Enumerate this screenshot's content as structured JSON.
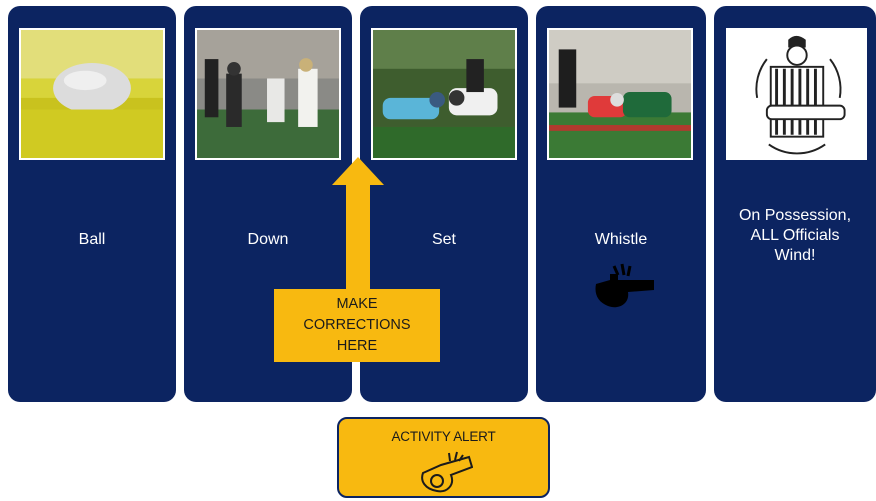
{
  "cards": [
    {
      "label": "Ball",
      "image_icon": "lacrosse-ball-photo"
    },
    {
      "label": "Down",
      "image_icon": "faceoff-down-photo"
    },
    {
      "label": "Set",
      "image_icon": "faceoff-set-photo"
    },
    {
      "label": "Whistle",
      "image_icon": "faceoff-whistle-photo",
      "extra_icon": "whistle-icon"
    },
    {
      "label_lines": [
        "On Possession,",
        "ALL Officials",
        "Wind!"
      ],
      "image_icon": "referee-wind-signal-photo"
    }
  ],
  "callout": {
    "lines": [
      "MAKE",
      "CORRECTIONS",
      "HERE"
    ],
    "arrow_icon": "up-arrow-icon"
  },
  "activity_alert": {
    "title": "ACTIVITY ALERT",
    "icon": "whistle-outline-icon"
  },
  "colors": {
    "card": "#0c2461",
    "accent": "#f8b910",
    "text_on_card": "#ffffff"
  }
}
